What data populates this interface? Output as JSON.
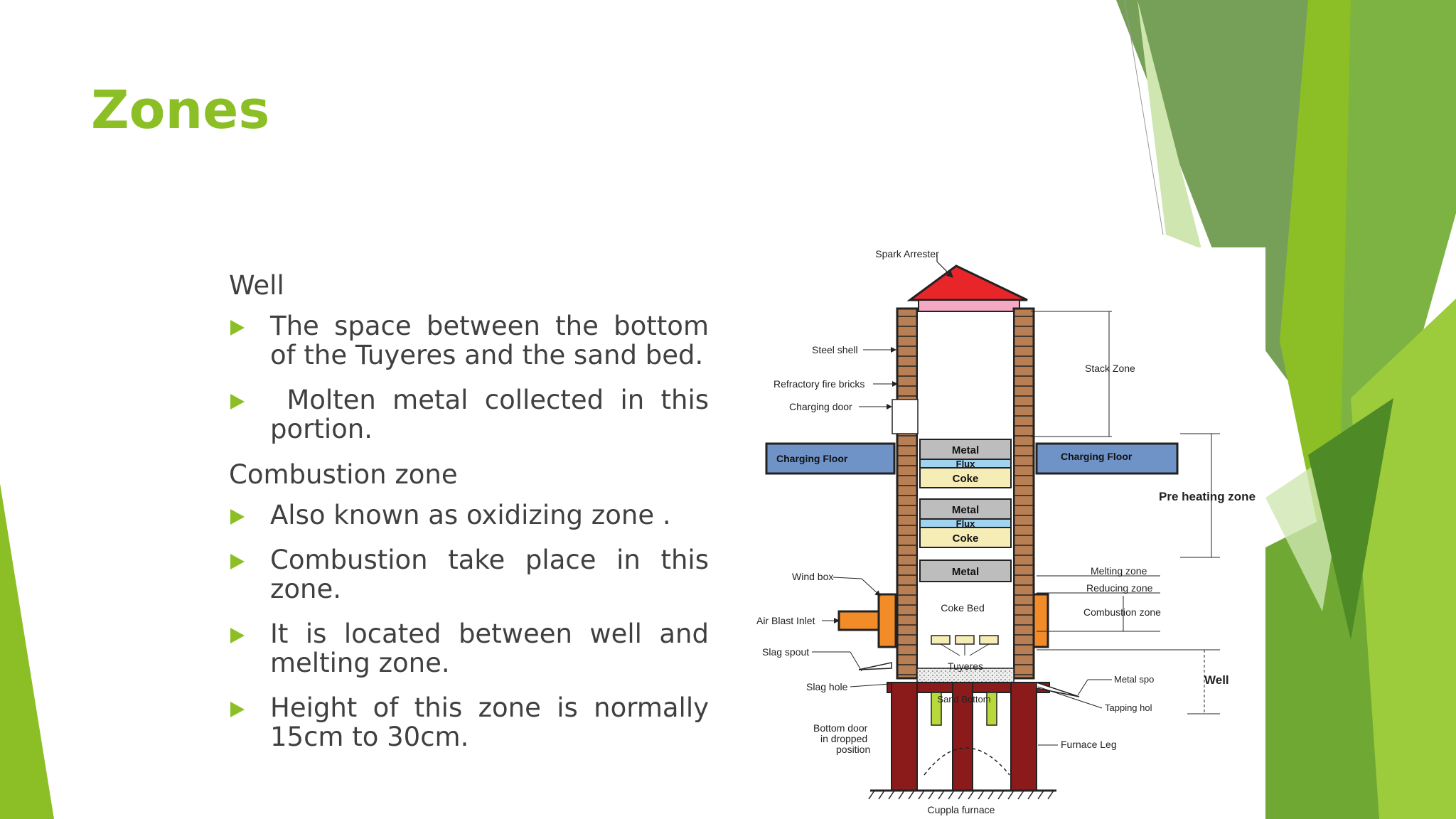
{
  "slide": {
    "title": "Zones",
    "sections": [
      {
        "heading": "Well",
        "bullets": [
          "The space between the bottom of the Tuyeres and the sand bed.",
          " Molten metal collected in this portion."
        ]
      },
      {
        "heading": "Combustion zone",
        "bullets": [
          "Also known as oxidizing zone .",
          "Combustion take place in this zone.",
          "It is located between well and melting zone.",
          "Height of this zone is normally 15cm to 30cm."
        ]
      }
    ],
    "colors": {
      "accent": "#8CBF26",
      "text": "#404040"
    }
  },
  "diagram": {
    "caption": "Cuppla furnace",
    "labels": {
      "spark_arrester": "Spark Arrester",
      "steel_shell": "Steel shell",
      "refractory": "Refractory fire bricks",
      "charging_door": "Charging door",
      "charging_floor_left": "Charging Floor",
      "charging_floor_right": "Charging Floor",
      "stack_zone": "Stack Zone",
      "preheating_zone": "Pre heating zone",
      "melting_zone": "Melting zone",
      "reducing_zone": "Reducing zone",
      "combustion_zone": "Combustion zone",
      "well": "Well",
      "wind_box": "Wind box",
      "air_blast_inlet": "Air Blast Inlet",
      "slag_spout": "Slag spout",
      "slag_hole": "Slag hole",
      "coke_bed": "Coke Bed",
      "tuyeres": "Tuyeres",
      "sand_bottom": "Sand Bottom",
      "metal_spout": "Metal spo",
      "tapping_hole": "Tapping hol",
      "bottom_door": [
        "Bottom door",
        "in dropped",
        "position"
      ],
      "furnace_leg": "Furnace Leg"
    },
    "layers": [
      "Metal",
      "Flux",
      "Coke",
      "Metal",
      "Flux",
      "Coke",
      "Metal"
    ]
  }
}
